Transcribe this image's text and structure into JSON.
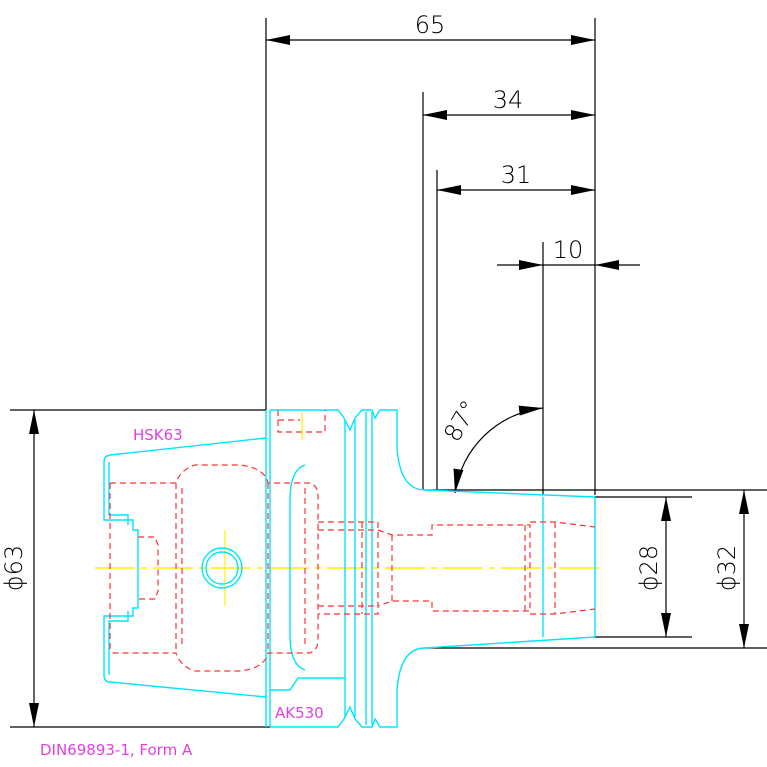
{
  "dimensions": {
    "overall_length": "65",
    "length_34": "34",
    "length_31": "31",
    "length_10": "10",
    "angle": "87°",
    "diameter_63": "ϕ63",
    "diameter_28": "ϕ28",
    "diameter_32": "ϕ32"
  },
  "labels": {
    "interface": "HSK63",
    "part_number": "AK530",
    "standard": "DIN69893-1, Form A"
  },
  "colors": {
    "dimension": "#000000",
    "body_outline": "#00e5ff",
    "hidden_lines": "#ff3333",
    "centerline": "#ffee00",
    "labels": "#e040e0"
  }
}
